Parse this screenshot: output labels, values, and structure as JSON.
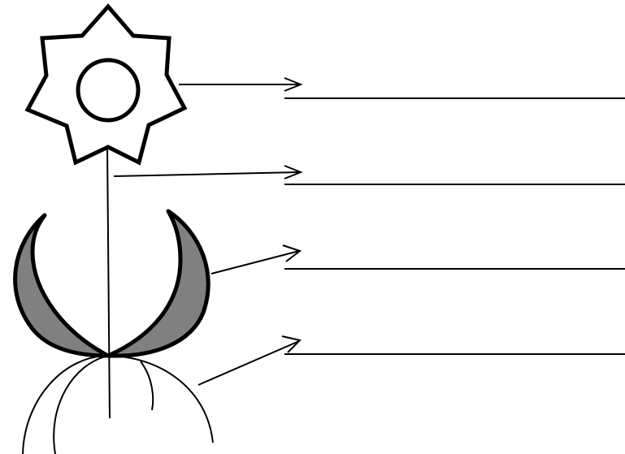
{
  "diagram": {
    "description_labels": [
      {
        "id": "flower-head",
        "text": ""
      },
      {
        "id": "stalk",
        "text": ""
      },
      {
        "id": "leaves",
        "text": ""
      },
      {
        "id": "roots",
        "text": ""
      }
    ],
    "colors": {
      "stroke": "#000000",
      "leaf_fill": "#808080",
      "background": "#ffffff"
    }
  }
}
